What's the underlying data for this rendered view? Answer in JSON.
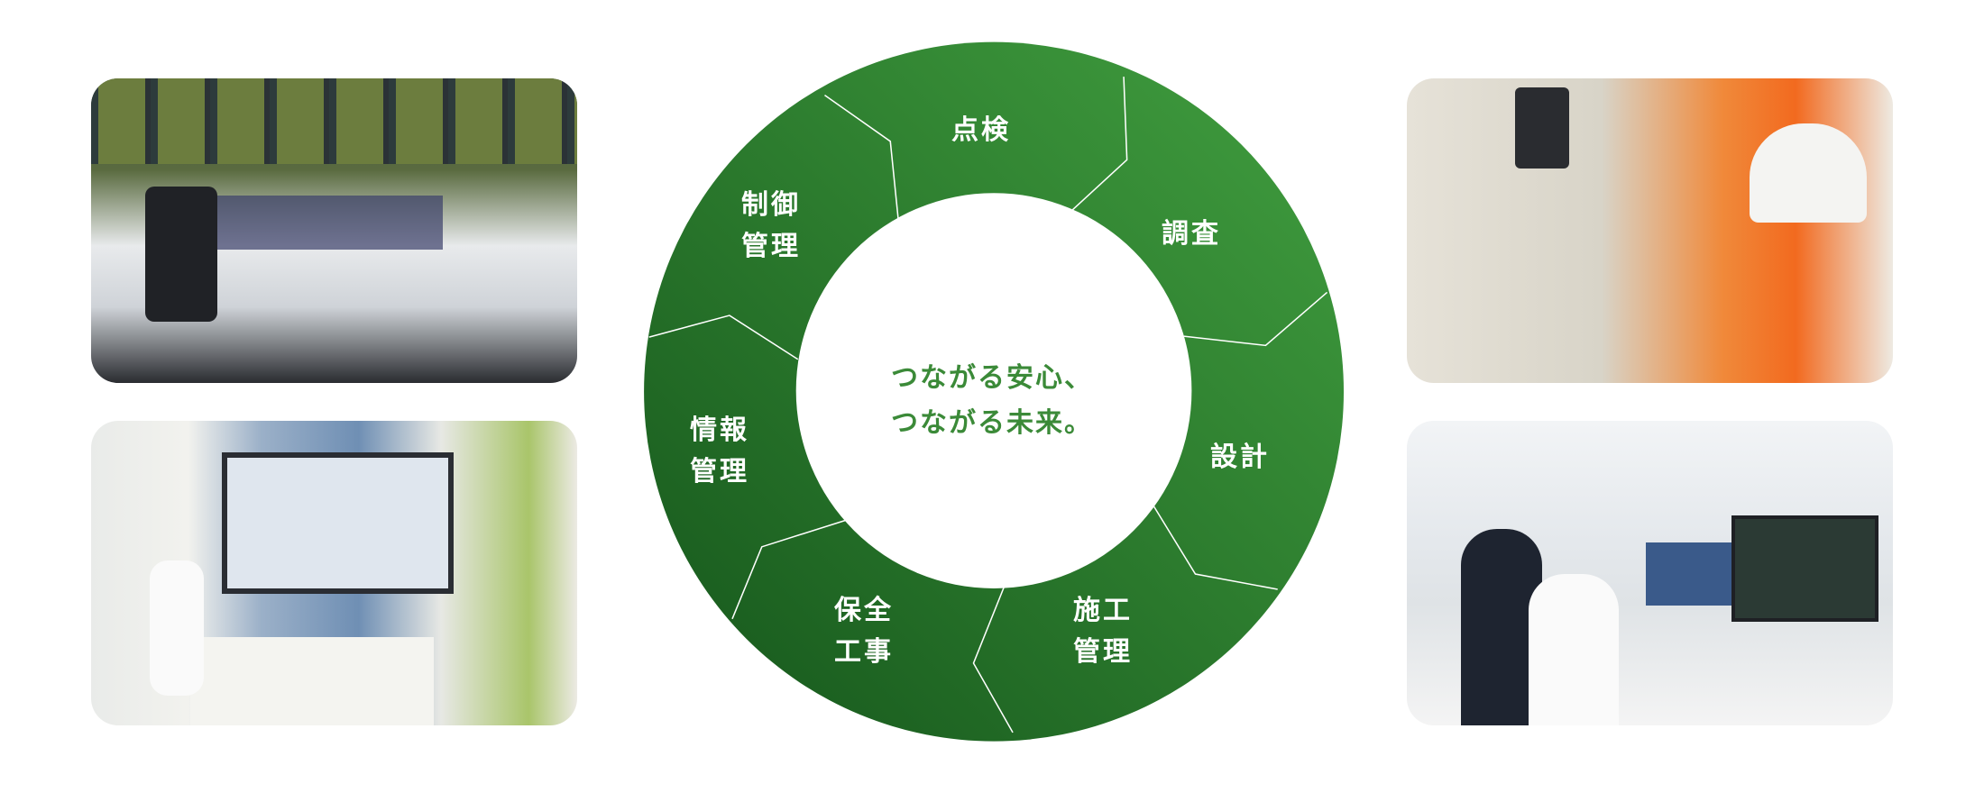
{
  "wheel": {
    "center_line1": "つながる安心、",
    "center_line2": "つながる未来。",
    "segments": [
      {
        "label": "点検"
      },
      {
        "label": "調査"
      },
      {
        "label": "設計"
      },
      {
        "label": "施工\n管理"
      },
      {
        "label": "保全\n工事"
      },
      {
        "label": "情報\n管理"
      },
      {
        "label": "制御\n管理"
      }
    ],
    "colors": {
      "dark": "#185a1e",
      "light": "#3d9a3d",
      "text_center": "#3b8a38"
    }
  },
  "photos": [
    {
      "icon": "control-room-photo"
    },
    {
      "icon": "meeting-presentation-photo"
    },
    {
      "icon": "electrical-inspection-photo"
    },
    {
      "icon": "office-design-photo"
    }
  ]
}
